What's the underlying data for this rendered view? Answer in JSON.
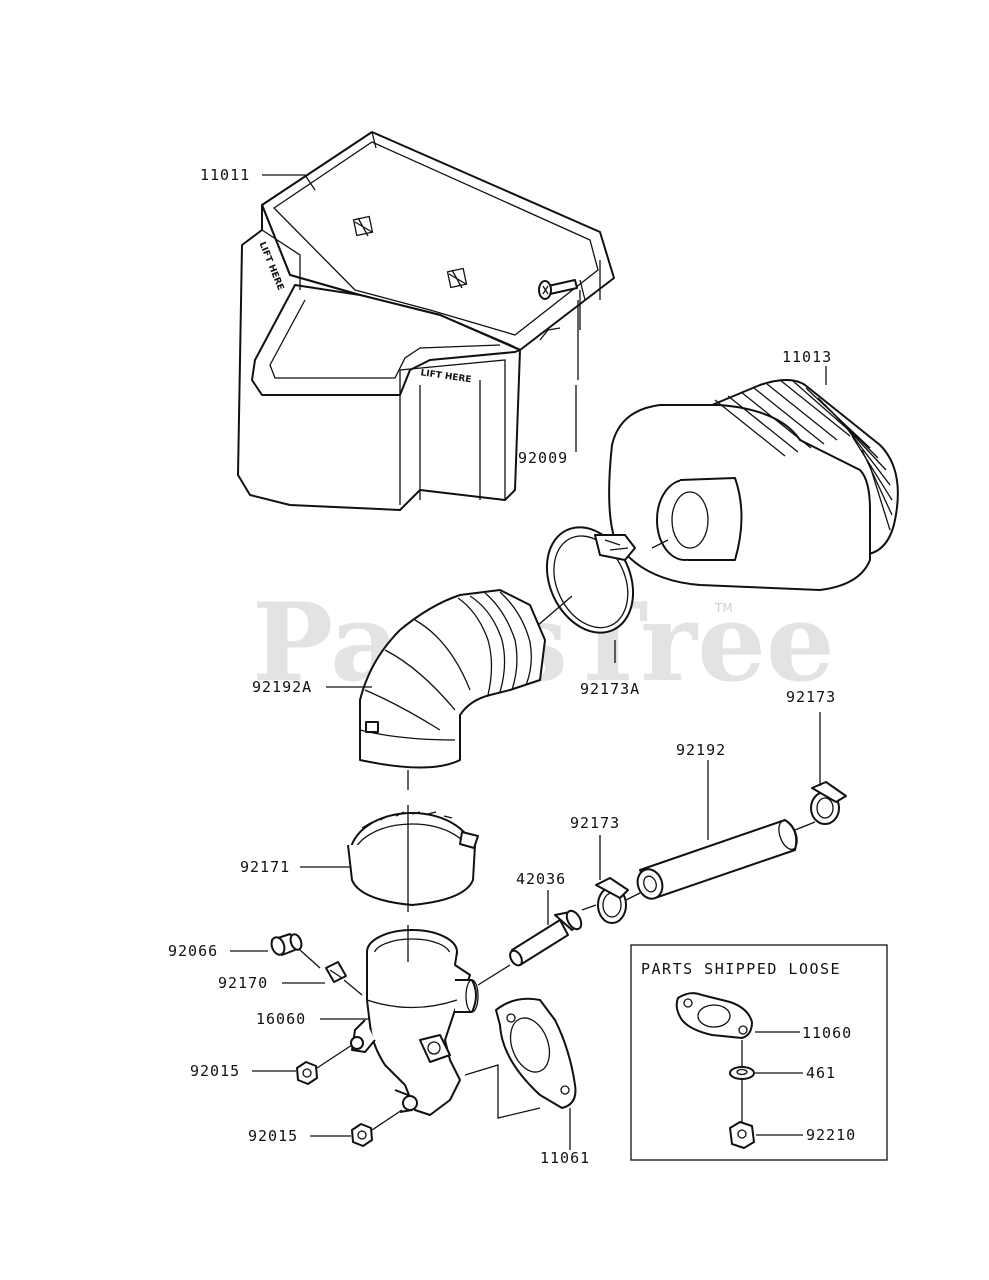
{
  "watermark": {
    "text": "PartsTree",
    "trademark": "TM"
  },
  "parts": {
    "air_cleaner_cover": "11011",
    "screw": "92009",
    "air_filter_element": "11013",
    "hose_clamp_a": "92173A",
    "elbow_hose_a": "92192A",
    "hose_clamp": "92173",
    "hose": "92192",
    "band_clamp": "92171",
    "clamp_upper": "92173",
    "fitting_pipe": "42036",
    "cap": "92066",
    "clip": "92170",
    "intake_pipe": "16060",
    "nut_upper": "92015",
    "nut_lower": "92015",
    "gasket": "11061"
  },
  "loose_box": {
    "title": "PARTS SHIPPED LOOSE",
    "gasket": "11060",
    "washer": "461",
    "nut": "92210"
  },
  "colors": {
    "line": "#111111",
    "watermark": "#e3e3e3",
    "background": "#ffffff"
  }
}
